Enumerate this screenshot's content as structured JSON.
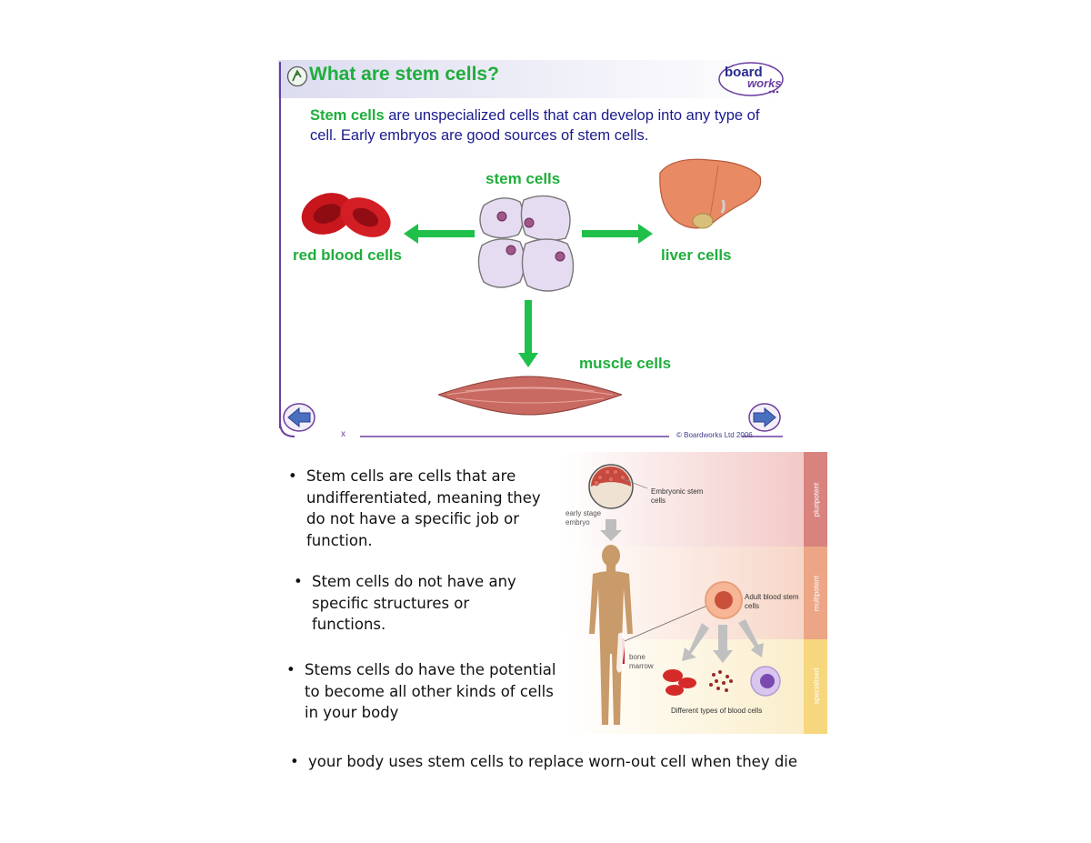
{
  "slide": {
    "title": "What are stem cells?",
    "intro_highlight": "Stem cells",
    "intro_rest": " are unspecialized cells that can develop into any type of cell. Early embryos are good sources of stem cells.",
    "labels": {
      "stem": "stem cells",
      "red_blood": "red blood cells",
      "liver": "liver cells",
      "muscle": "muscle cells"
    },
    "logo_line1": "board",
    "logo_line2": "works",
    "copyright": "© Boardworks Ltd 2006",
    "close_mark": "x"
  },
  "bullets": [
    "Stem cells are cells that are undifferentiated, meaning they do not have a specific job or function.",
    "Stem cells do not have any specific structures or functions.",
    "Stems cells do have the potential to become all other kinds of cells in your body",
    "your body uses stem cells to replace worn-out cell when they die"
  ],
  "bullet_marker": "•",
  "figure": {
    "embryonic": "Embryonic stem cells",
    "early_stage": "early stage embryo",
    "adult_blood": "Adult blood stem cells",
    "bone_marrow": "bone marrow",
    "blood_types": "Different types of blood cells",
    "stripes": [
      "pluripotent",
      "multipotent",
      "specialised"
    ]
  },
  "colors": {
    "green": "#1fae3b",
    "navy": "#1a1a8c",
    "purple": "#6a3fa0"
  }
}
